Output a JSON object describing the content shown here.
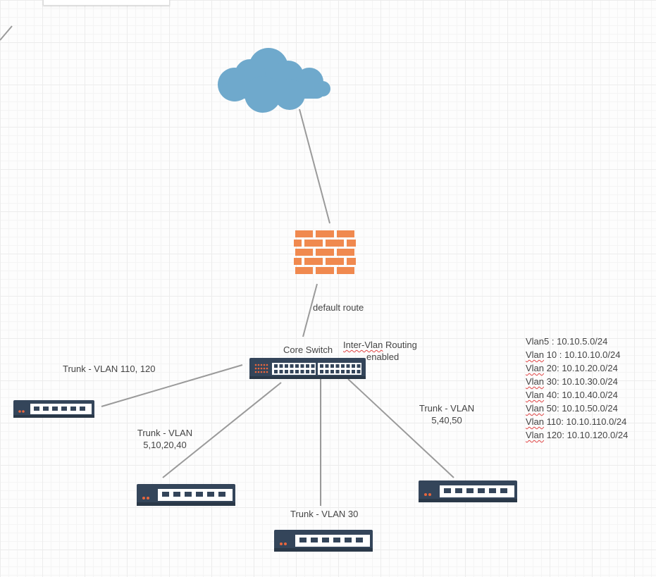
{
  "diagram": {
    "labels": {
      "default_route": "default route",
      "core_switch": "Core Switch",
      "inter_vlan_line1": "Inter-Vlan",
      "inter_vlan_line1b": " Routing",
      "inter_vlan_line2": "enabled",
      "trunk_left": "Trunk - VLAN 110, 120",
      "trunk_a_line1": "Trunk - VLAN",
      "trunk_a_line2": "5,10,20,40",
      "trunk_bottom": "Trunk - VLAN 30",
      "trunk_b_line1": "Trunk - VLAN",
      "trunk_b_line2": "5,40,50"
    },
    "vlans": [
      {
        "name": "Vlan5",
        "sep": " : ",
        "subnet": "10.10.5.0/24"
      },
      {
        "name": "Vlan",
        "sep": " 10 : ",
        "subnet": "10.10.10.0/24"
      },
      {
        "name": "Vlan",
        "sep": " 20: ",
        "subnet": "10.10.20.0/24"
      },
      {
        "name": "Vlan",
        "sep": " 30: ",
        "subnet": "10.10.30.0/24"
      },
      {
        "name": "Vlan",
        "sep": " 40: ",
        "subnet": "10.10.40.0/24"
      },
      {
        "name": "Vlan",
        "sep": " 50: ",
        "subnet": "10.10.50.0/24"
      },
      {
        "name": "Vlan",
        "sep": " 110: ",
        "subnet": "10.10.110.0/24"
      },
      {
        "name": "Vlan",
        "sep": " 120: ",
        "subnet": "10.10.120.0/24"
      }
    ],
    "colors": {
      "cloud": "#6fa9cc",
      "firewall": "#f0894f",
      "switch_body": "#34455a",
      "port_panel": "#ffffff",
      "port": "#34455a",
      "led": "#e8663d",
      "wire": "#9a9a9a"
    },
    "icons": [
      "cloud-icon",
      "firewall-icon",
      "core-switch-icon",
      "access-switch-icon"
    ]
  }
}
